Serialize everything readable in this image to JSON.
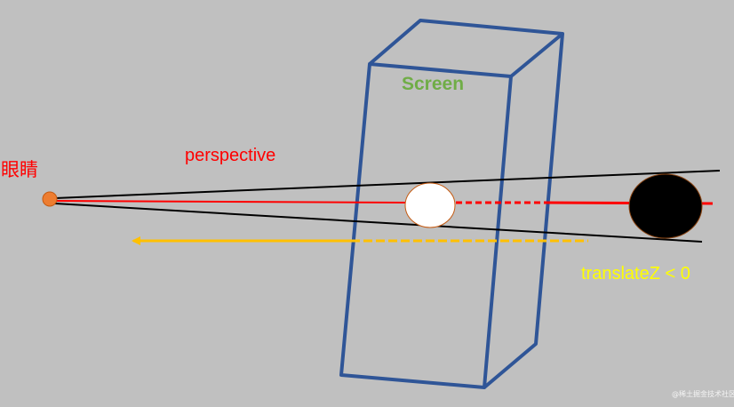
{
  "labels": {
    "screen": "Screen",
    "eye": "眼睛",
    "perspective": "perspective",
    "translate_z": "translateZ  < 0",
    "watermark": "@稀土掘金技术社区"
  },
  "colors": {
    "background": "#c0c0c0",
    "screen_box": "#2f5597",
    "screen_label": "#70ad47",
    "eye_dot": "#ed7d31",
    "perspective_line": "#ff0000",
    "sight_lines": "#000000",
    "direction_arrow": "#ffc000",
    "translate_label": "#ffff00",
    "projected_object": "#ffffff",
    "actual_object": "#000000"
  }
}
